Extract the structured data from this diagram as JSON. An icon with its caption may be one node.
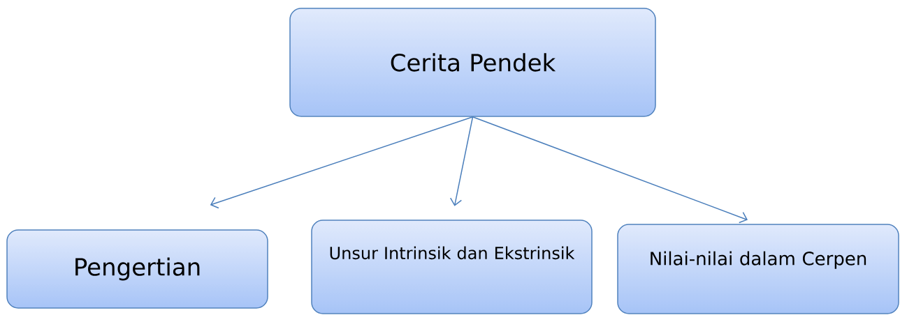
{
  "diagram": {
    "nodes": [
      {
        "text": [
          "Cerita Pendek"
        ]
      },
      {
        "text": [
          "Pengertian"
        ]
      },
      {
        "text": [
          "Unsur Intrinsik dan Ekstrinsik"
        ]
      },
      {
        "text": [
          "Nilai-nilai dalam Cerpen"
        ]
      }
    ],
    "edges": [
      {
        "from": 0,
        "to": 1,
        "arrow": "to"
      },
      {
        "from": 0,
        "to": 2,
        "arrow": "to"
      },
      {
        "from": 0,
        "to": 3,
        "arrow": "to"
      }
    ]
  }
}
